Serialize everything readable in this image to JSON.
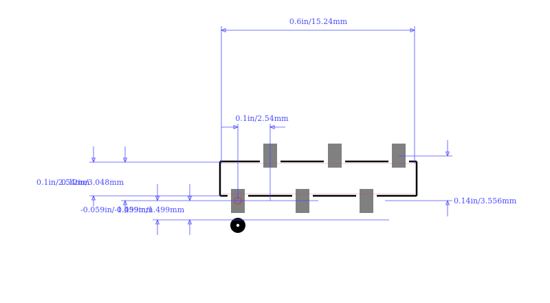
{
  "colors": {
    "dimension": "#4a4aff",
    "outline": "#000000",
    "pad": "#808080",
    "pin1_dot": "#000000",
    "pin1_ring": "#cc3366",
    "background": "#ffffff"
  },
  "dimensions": {
    "overall_width": "0.6in/15.24mm",
    "pitch": "0.1in/2.54mm",
    "left_upper": "0.1in/2.54mm",
    "left_lower": "0.12in/3.048mm",
    "offset_a": "-0.059in/-1.499mm",
    "offset_b": "0.059in/1.499mm",
    "pad_span": "0.14in/3.556mm"
  }
}
